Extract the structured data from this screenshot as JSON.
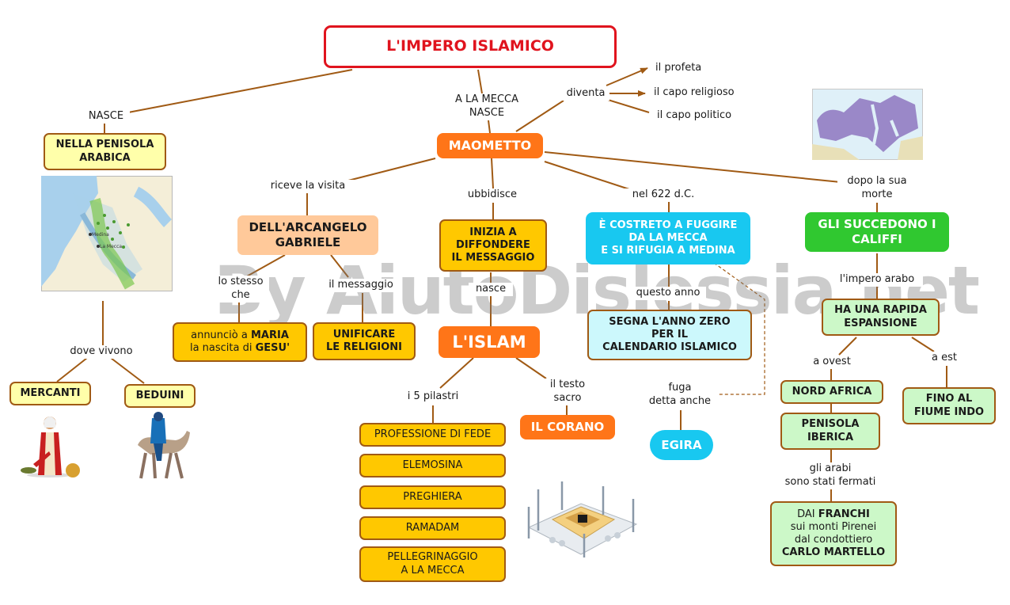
{
  "title": "L'IMPERO ISLAMICO",
  "left_branch": {
    "link_label": "NASCE",
    "place": "NELLA PENISOLA\nARABICA",
    "map_labels": [
      "Medina",
      "La Mecca"
    ],
    "link_live": "dove vivono",
    "group1": "MERCANTI",
    "group2": "BEDUINI"
  },
  "center": {
    "link_label": "A LA MECCA\nNASCE",
    "prophet": "MAOMETTO",
    "becomes_label": "diventa",
    "roles": [
      "il profeta",
      "il capo religioso",
      "il capo politico"
    ]
  },
  "gabriel_branch": {
    "link_label": "riceve la visita",
    "node": "DELL'ARCANGELO\nGABRIELE",
    "link_same": "lo stesso\nche",
    "announce_pre1": "annunciò a ",
    "announce_bold1": "MARIA",
    "announce_pre2": "la nascita di ",
    "announce_bold2": "GESU'",
    "link_message": "il messaggio",
    "unify": "UNIFICARE\nLE RELIGIONI"
  },
  "islam_branch": {
    "link_label": "ubbidisce",
    "node": "INIZIA A\nDIFFONDERE\nIL MESSAGGIO",
    "link_born": "nasce",
    "islam": "L'ISLAM",
    "link_pillars": "i 5 pilastri",
    "pillars": [
      "PROFESSIONE DI FEDE",
      "ELEMOSINA",
      "PREGHIERA",
      "RAMADAM",
      "PELLEGRINAGGIO\nA LA MECCA"
    ],
    "link_text": "il testo\nsacro",
    "quran": "IL CORANO"
  },
  "hijra_branch": {
    "link_label": "nel 622 d.C.",
    "node": "È COSTRETO A FUGGIRE\nDA LA MECCA\nE SI RIFUGIA A MEDINA",
    "link_year": "questo anno",
    "year_zero": "SEGNA L'ANNO ZERO\nPER IL\nCALENDARIO ISLAMICO",
    "link_called": "fuga\ndetta anche",
    "hijra": "EGIRA"
  },
  "caliphs_branch": {
    "link_label": "dopo la sua\nmorte",
    "node": "GLI SUCCEDONO I\nCALIFFI",
    "link_empire": "l'impero arabo",
    "expansion": "HA UNA RAPIDA\nESPANSIONE",
    "link_west": "a ovest",
    "west1": "NORD AFRICA",
    "west2": "PENISOLA\nIBERICA",
    "link_east": "a est",
    "east": "FINO AL\nFIUME INDO",
    "link_stopped": "gli arabi\nsono stati fermati",
    "franks_pre1": "DAI ",
    "franks_bold1": "FRANCHI",
    "franks_line2": "sui monti Pirenei",
    "franks_line3": "dal condottiero",
    "franks_bold2": "CARLO MARTELLO"
  },
  "watermark": "By AiutoDislessia.net",
  "colors": {
    "link": "#a05a14",
    "title_border": "#e0141e",
    "orange": "#ff7518",
    "cyan": "#18c8f0",
    "green": "#30c830",
    "yellow_fill": "#ffffaa",
    "gold_fill": "#ffc800"
  }
}
